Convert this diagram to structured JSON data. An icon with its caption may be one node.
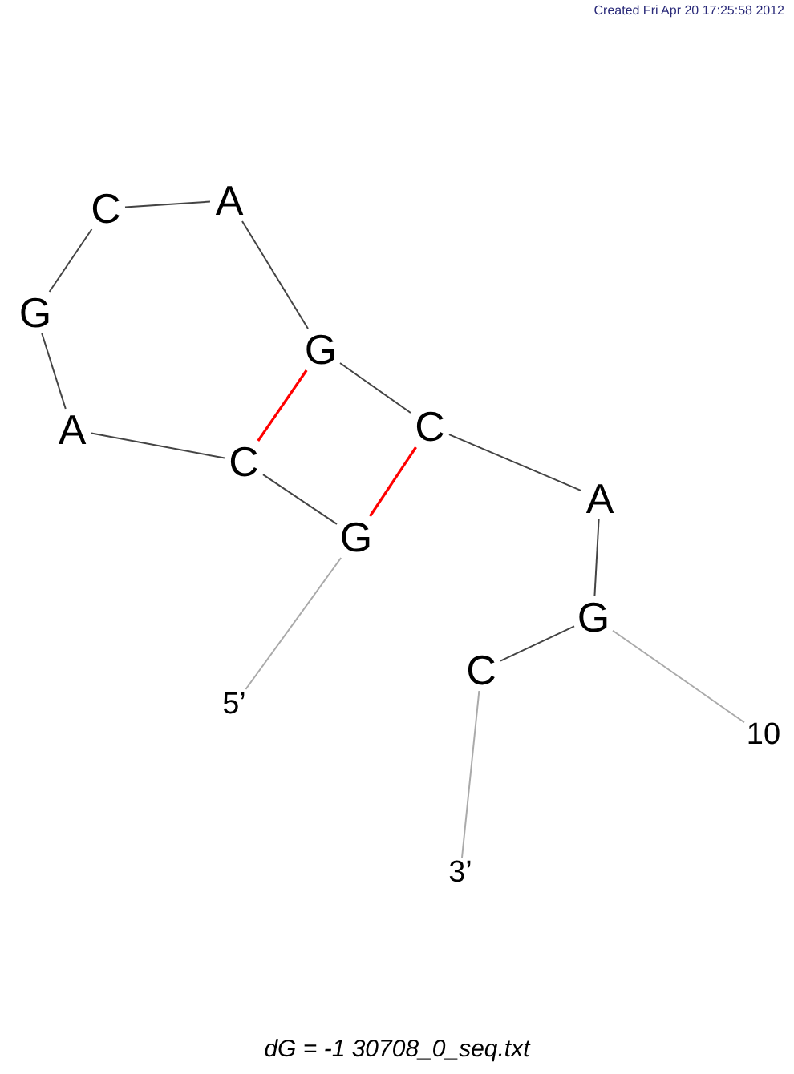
{
  "diagram": {
    "caption": "dG = -1 30708_0_seq.txt",
    "nodes": [
      {
        "text": [
          "C"
        ]
      },
      {
        "text": [
          "A"
        ]
      },
      {
        "text": [
          "G"
        ]
      },
      {
        "text": [
          "G"
        ]
      },
      {
        "text": [
          "A"
        ]
      },
      {
        "text": [
          "C"
        ]
      },
      {
        "text": [
          "C"
        ]
      },
      {
        "text": [
          "A"
        ]
      },
      {
        "text": [
          "G"
        ]
      },
      {
        "text": [
          "G"
        ]
      },
      {
        "text": [
          "C"
        ]
      },
      {
        "text": [
          "5’"
        ]
      },
      {
        "text": [
          "10"
        ]
      },
      {
        "text": [
          "3’"
        ]
      }
    ],
    "edges": [
      {
        "from": 8,
        "to": 6,
        "arrow": "none"
      },
      {
        "from": 6,
        "to": 4,
        "arrow": "none"
      },
      {
        "from": 4,
        "to": 2,
        "arrow": "none"
      },
      {
        "from": 2,
        "to": 0,
        "arrow": "none"
      },
      {
        "from": 0,
        "to": 1,
        "arrow": "none"
      },
      {
        "from": 1,
        "to": 3,
        "arrow": "none"
      },
      {
        "from": 3,
        "to": 5,
        "arrow": "none"
      },
      {
        "from": 5,
        "to": 7,
        "arrow": "none"
      },
      {
        "from": 7,
        "to": 9,
        "arrow": "none"
      },
      {
        "from": 9,
        "to": 10,
        "arrow": "none"
      },
      {
        "from": 3,
        "to": 6,
        "arrow": "none",
        "color": "#ff0000"
      },
      {
        "from": 5,
        "to": 8,
        "arrow": "none",
        "color": "#ff0000"
      },
      {
        "from": 8,
        "to": 11,
        "arrow": "none",
        "color": "#aaaaaa"
      },
      {
        "from": 9,
        "to": 12,
        "arrow": "none",
        "color": "#aaaaaa"
      },
      {
        "from": 10,
        "to": 13,
        "arrow": "none",
        "color": "#aaaaaa"
      }
    ],
    "labels": [
      "Created Fri Apr 20 17:25:58 2012"
    ]
  }
}
